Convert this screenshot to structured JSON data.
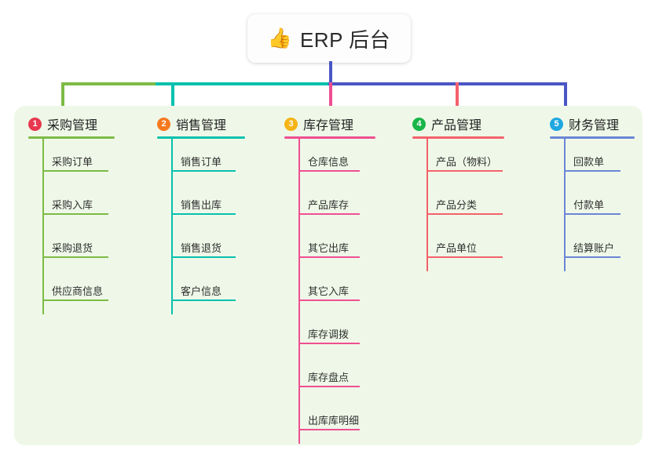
{
  "diagram": {
    "type": "mindmap",
    "background": "#ffffff",
    "panel_color": "#eff8e8",
    "root": {
      "emoji": "👍",
      "emoji_name": "thumbs-up-emoji",
      "title": "ERP 后台"
    },
    "branches": [
      {
        "number": "1",
        "title": "采购管理",
        "badge_color": "#e8384f",
        "line_color": "#7cbb45",
        "children": [
          "采购订单",
          "采购入库",
          "采购退货",
          "供应商信息"
        ]
      },
      {
        "number": "2",
        "title": "销售管理",
        "badge_color": "#f6791f",
        "line_color": "#06c1ad",
        "children": [
          "销售订单",
          "销售出库",
          "销售退货",
          "客户信息"
        ]
      },
      {
        "number": "3",
        "title": "库存管理",
        "badge_color": "#f5b416",
        "line_color": "#ef4f92",
        "children": [
          "仓库信息",
          "产品库存",
          "其它出库",
          "其它入库",
          "库存调拨",
          "库存盘点",
          "出库库明细"
        ]
      },
      {
        "number": "4",
        "title": "产品管理",
        "badge_color": "#18b548",
        "line_color": "#f4616b",
        "children": [
          "产品（物料）",
          "产品分类",
          "产品单位"
        ]
      },
      {
        "number": "5",
        "title": "财务管理",
        "badge_color": "#1fa7e0",
        "line_color": "#6b86d6",
        "children": [
          "回款单",
          "付款单",
          "结算账户"
        ]
      }
    ],
    "connectors": {
      "stem_color": "#4a56c4",
      "bus_left_color": "#7cbb45",
      "bus_mid_color": "#06c1ad",
      "bus_right_color": "#4a56c4"
    }
  }
}
